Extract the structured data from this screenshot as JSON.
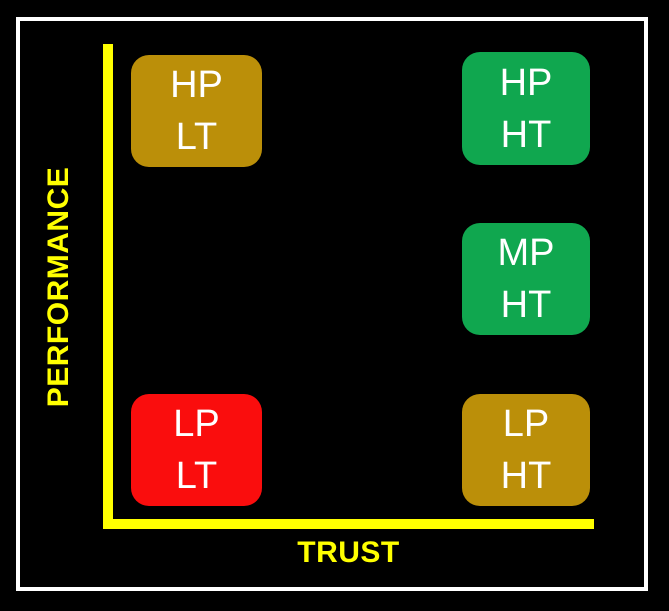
{
  "diagram": {
    "title_x_axis": "TRUST",
    "title_y_axis": "PERFORMANCE",
    "colors": {
      "background": "#000000",
      "frame": "#ffffff",
      "axis": "#ffff00",
      "axis_label_text": "#ffff00",
      "gold": "#bb8f09",
      "green": "#10a74f",
      "red": "#fa0d0d",
      "cell_text": "#ffffff"
    },
    "cells": [
      {
        "id": "hp-lt",
        "line1": "HP",
        "line2": "LT",
        "color": "#bb8f09",
        "performance": "High",
        "trust": "Low"
      },
      {
        "id": "hp-ht",
        "line1": "HP",
        "line2": "HT",
        "color": "#10a74f",
        "performance": "High",
        "trust": "High"
      },
      {
        "id": "mp-ht",
        "line1": "MP",
        "line2": "HT",
        "color": "#10a74f",
        "performance": "Medium",
        "trust": "High"
      },
      {
        "id": "lp-lt",
        "line1": "LP",
        "line2": "LT",
        "color": "#fa0d0d",
        "performance": "Low",
        "trust": "Low"
      },
      {
        "id": "lp-ht",
        "line1": "LP",
        "line2": "HT",
        "color": "#bb8f09",
        "performance": "Low",
        "trust": "High"
      }
    ]
  }
}
